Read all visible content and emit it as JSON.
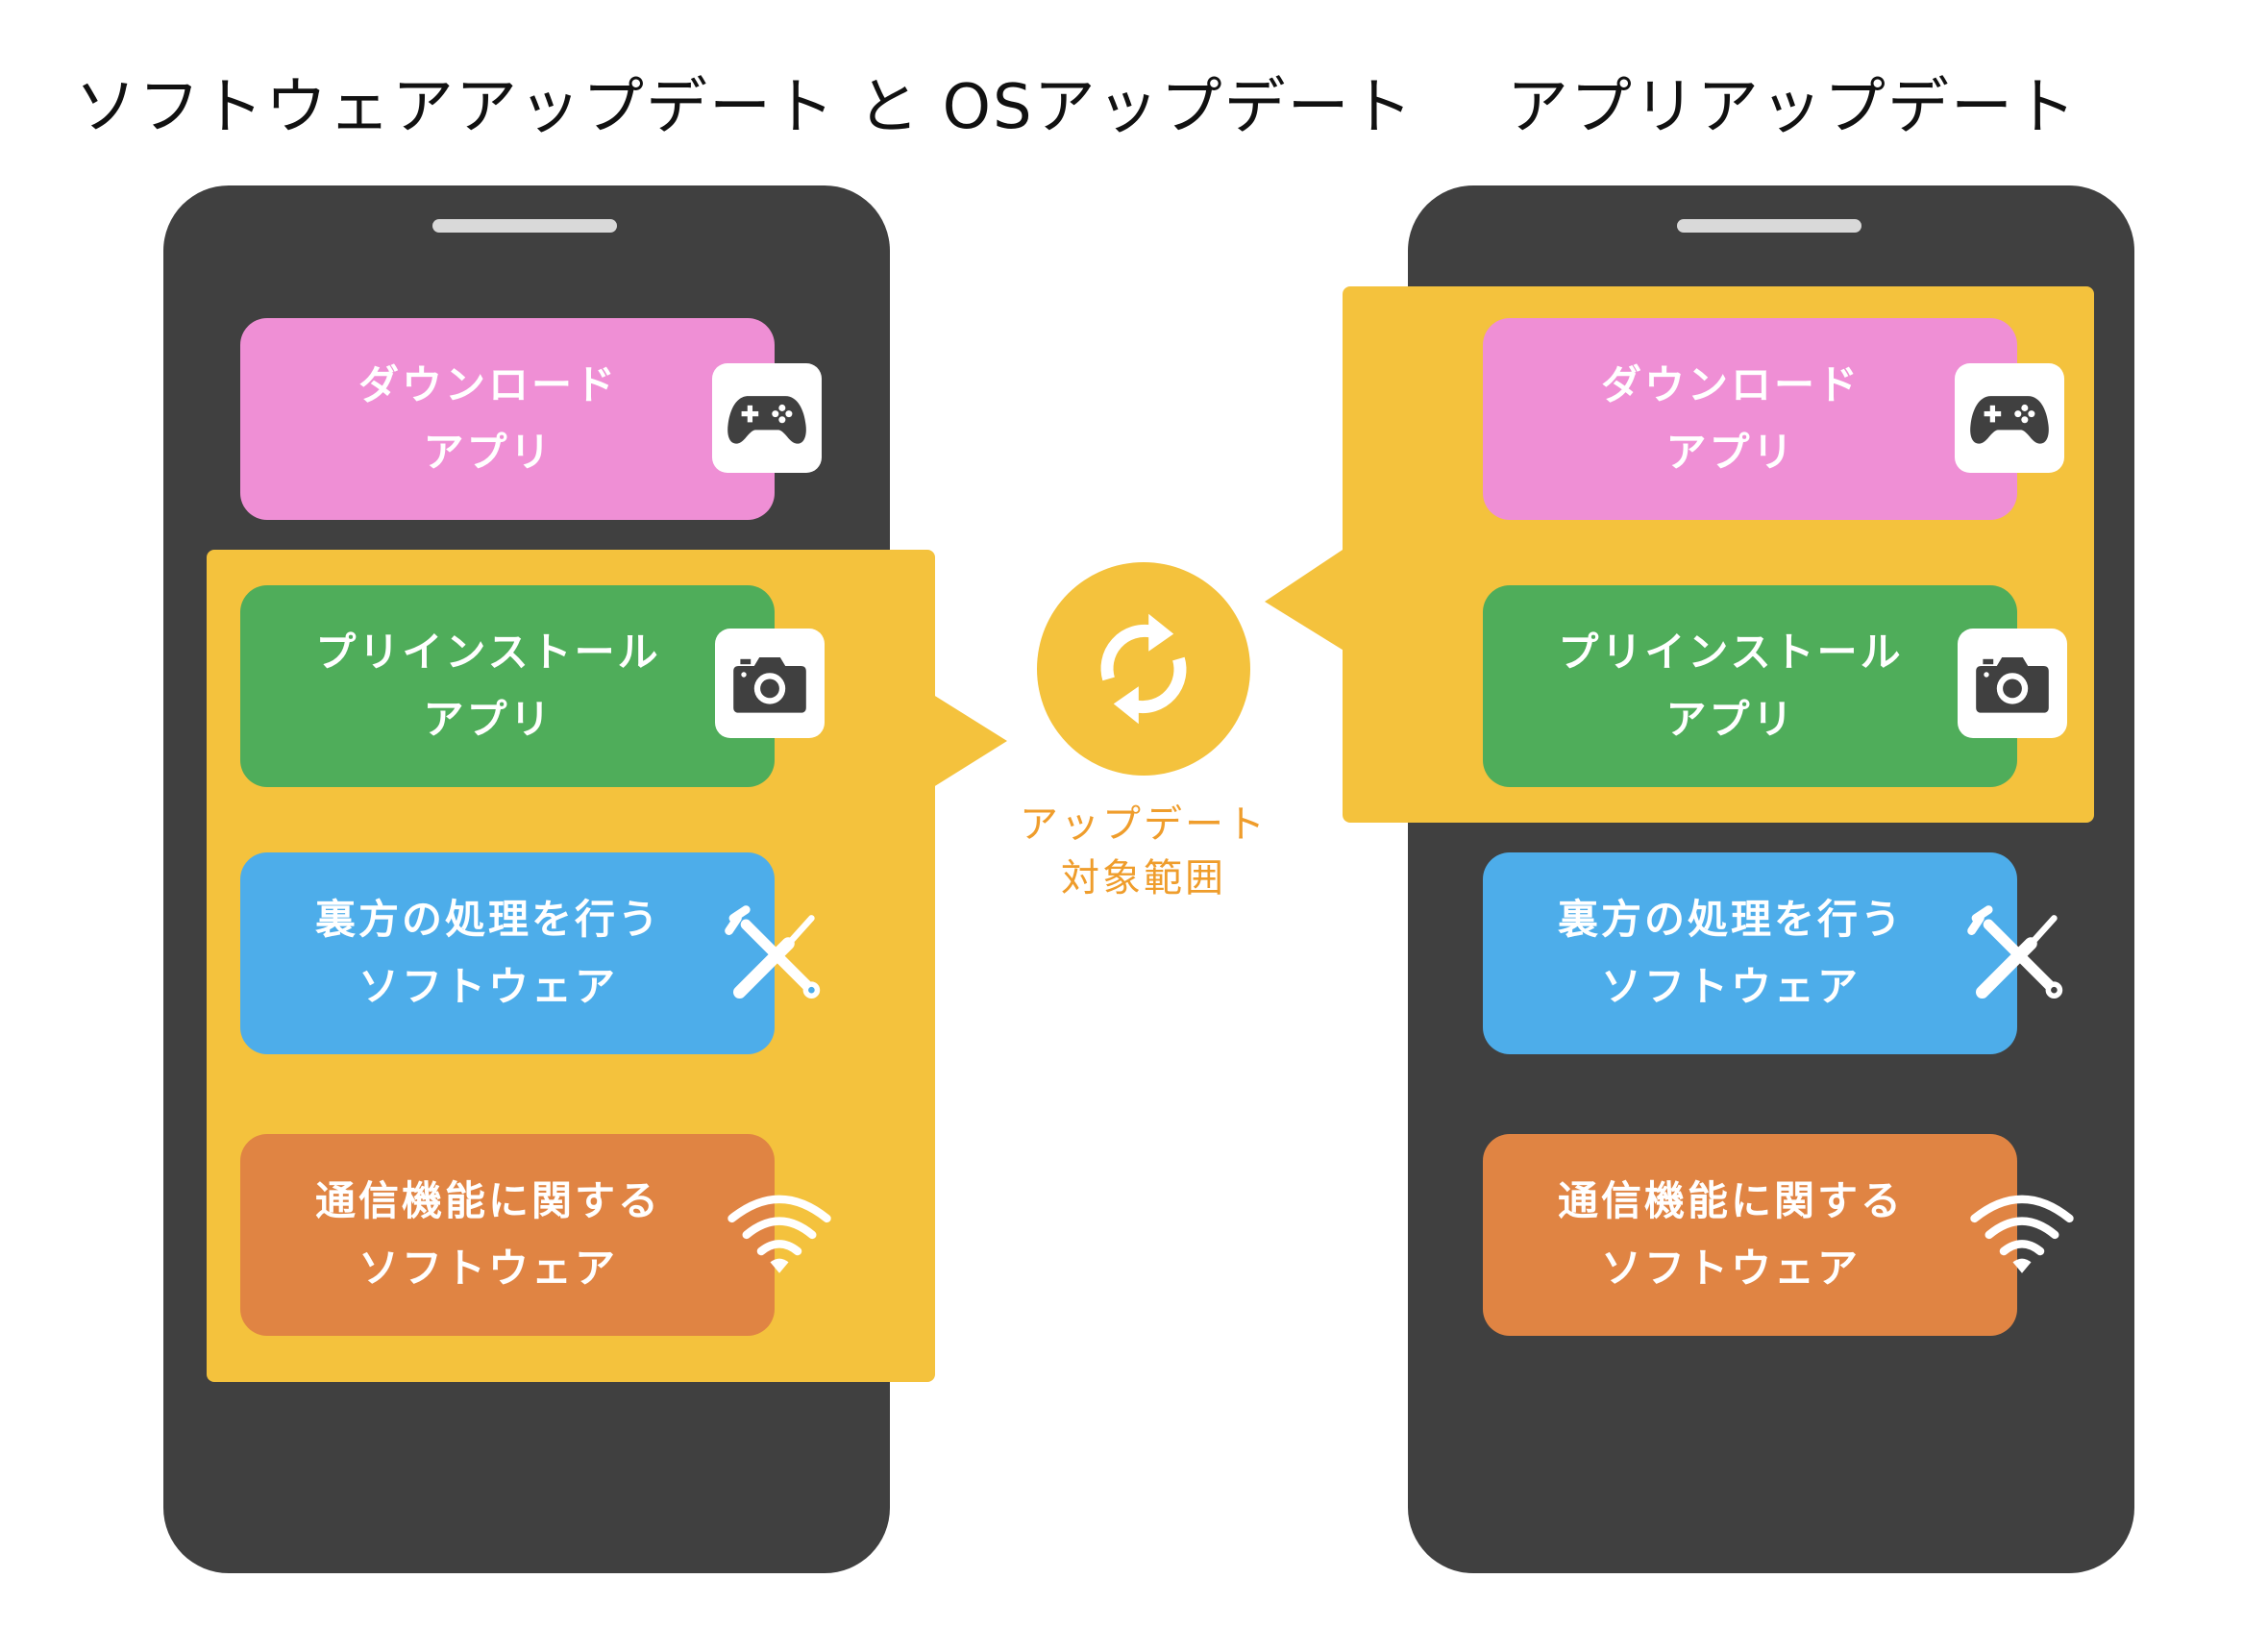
{
  "titles": {
    "left": "ソフトウェアアップデート と OSアップデート",
    "right": "アプリアップデート"
  },
  "cards": {
    "download": [
      "ダウンロード",
      "アプリ"
    ],
    "preinstall": [
      "プリインストール",
      "アプリ"
    ],
    "background": [
      "裏方の処理を行う",
      "ソフトウェア"
    ],
    "communication": [
      "通信機能に関する",
      "ソフトウェア"
    ]
  },
  "update_label": [
    "アップデート",
    "対象範囲"
  ],
  "icons": {
    "download": "gamepad-icon",
    "preinstall": "camera-icon",
    "background": "wrench-screwdriver-icon",
    "communication": "wifi-icon",
    "center": "refresh-icon"
  },
  "colors": {
    "phone": "#404040",
    "highlight": "#f4c23d",
    "download": "#ef8fd5",
    "preinstall": "#4fad5a",
    "background": "#4dadea",
    "communication": "#e08443",
    "label": "#ef9d2c"
  }
}
